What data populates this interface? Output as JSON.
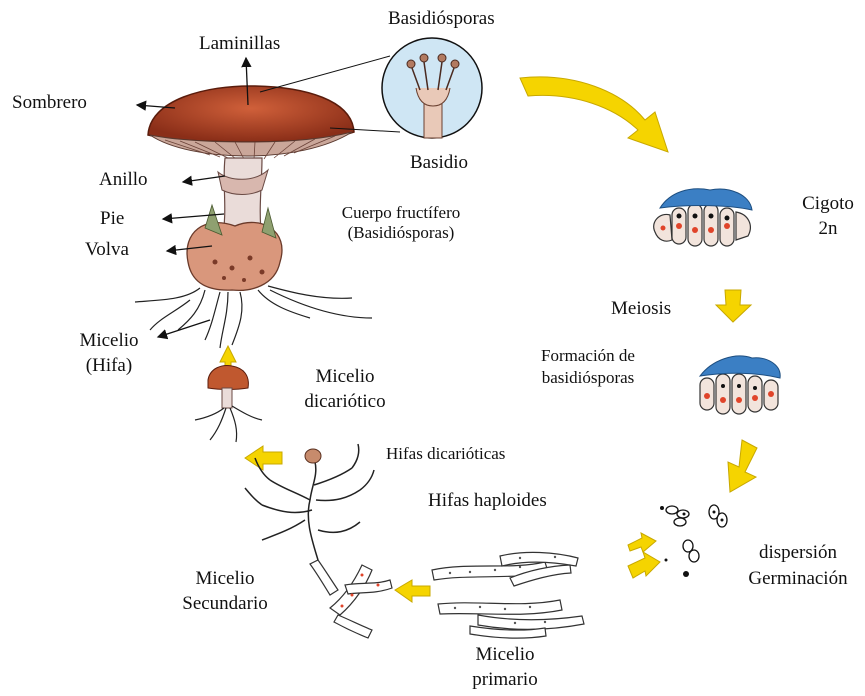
{
  "labels": {
    "basidiosporas_top": "Basidiósporas",
    "laminillas": "Laminillas",
    "sombrero": "Sombrero",
    "basidio": "Basidio",
    "anillo": "Anillo",
    "pie": "Pie",
    "volva": "Volva",
    "cuerpo_1": "Cuerpo fructífero",
    "cuerpo_2": "(Basidiósporas)",
    "cigoto_1": "Cigoto",
    "cigoto_2": "2n",
    "meiosis": "Meiosis",
    "formacion_1": "Formación de",
    "formacion_2": "basidiósporas",
    "micelio_hifa_1": "Micelio",
    "micelio_hifa_2": "(Hifa)",
    "micelio_dicariotico_1": "Micelio",
    "micelio_dicariotico_2": "dicariótico",
    "hifas_dicarioticas": "Hifas dicarióticas",
    "hifas_haploides": "Hifas haploides",
    "dispersion": "dispersión",
    "germinacion": "Germinación",
    "micelio_secundario_1": "Micelio",
    "micelio_secundario_2": "Secundario",
    "micelio_primario_1": "Micelio",
    "micelio_primario_2": "primario"
  },
  "colors": {
    "cap": "#b54a2c",
    "cap_dark": "#7a2a18",
    "stem": "#e9d9d6",
    "volva": "#d79a80",
    "arrow_yellow": "#f5d400",
    "arrow_outline": "#c8a800",
    "spore_blue": "#3b7fc4",
    "spore_red": "#e0442a",
    "inset_circle": "#cfe6f4"
  },
  "icons": [
    "mushroom-icon",
    "basidium-inset-icon",
    "zygote-cluster-icon",
    "spore-icon",
    "hypha-icon",
    "mycelium-icon"
  ]
}
